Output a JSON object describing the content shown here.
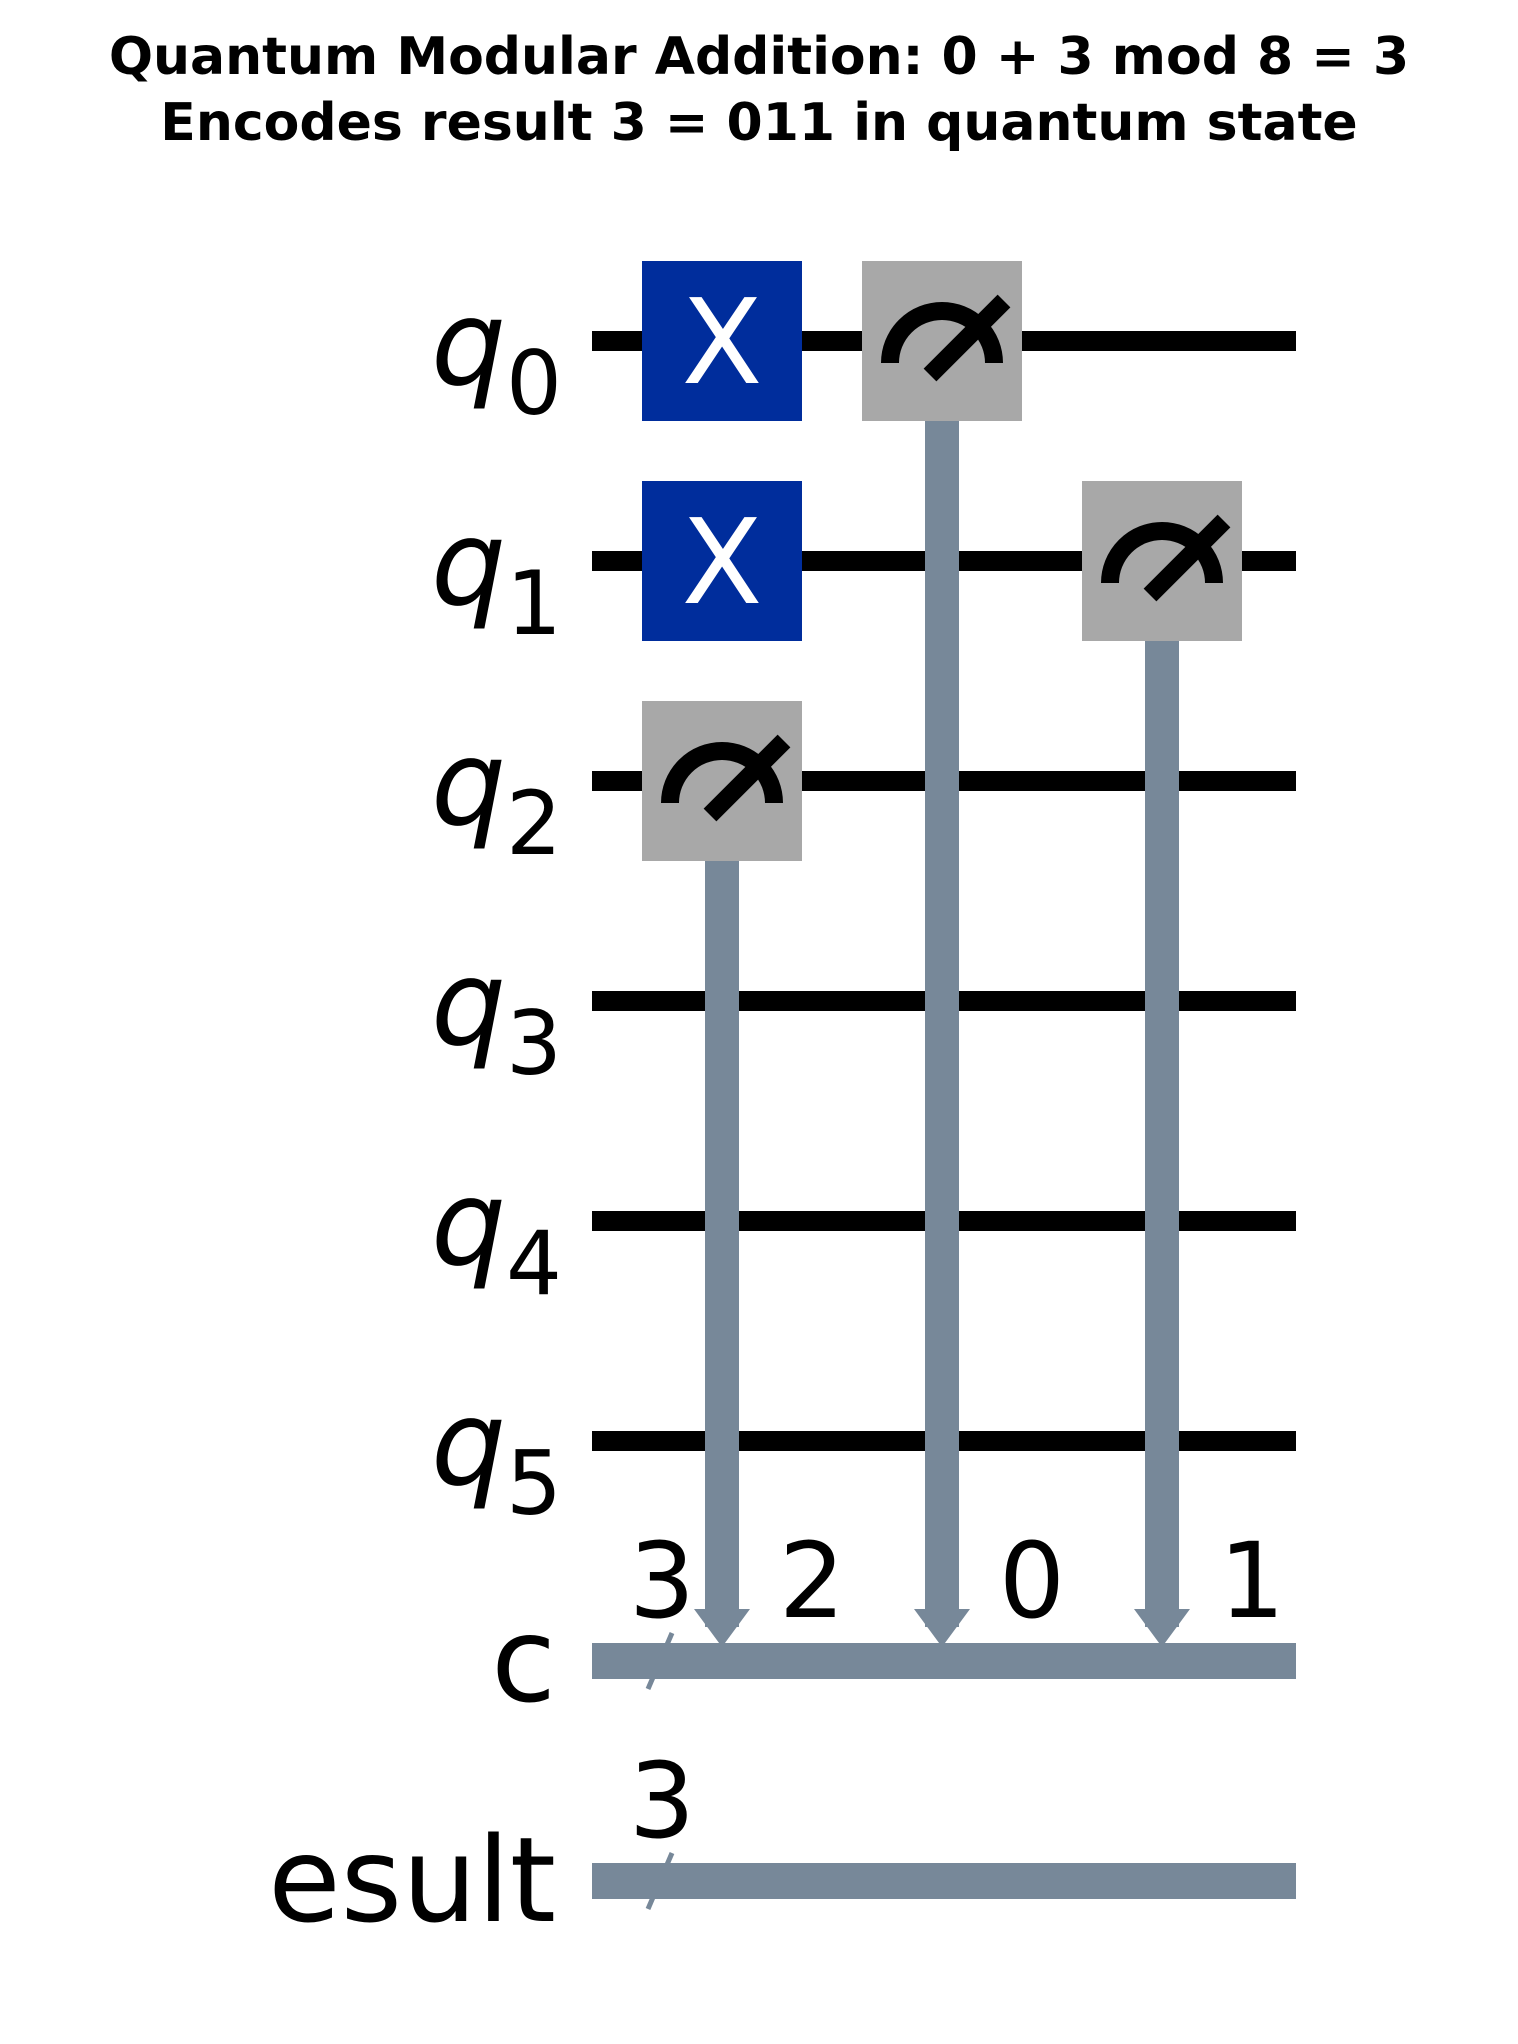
{
  "title": {
    "line1": "Quantum Modular Addition: 0 + 3 mod 8 = 3",
    "line2": "Encodes result 3 = 011 in quantum state"
  },
  "colors": {
    "quantum_wire": "#000000",
    "classical_wire": "#778899",
    "x_gate": "#002D9C",
    "measure_gate": "#A8A8A8"
  },
  "qubits": [
    {
      "symbol": "q",
      "index": "0"
    },
    {
      "symbol": "q",
      "index": "1"
    },
    {
      "symbol": "q",
      "index": "2"
    },
    {
      "symbol": "q",
      "index": "3"
    },
    {
      "symbol": "q",
      "index": "4"
    },
    {
      "symbol": "q",
      "index": "5"
    }
  ],
  "classical_registers": [
    {
      "name": "c",
      "size": "3"
    },
    {
      "name": "result",
      "visible_text": "esult",
      "size": "3"
    }
  ],
  "gates": [
    {
      "type": "x",
      "label": "X",
      "qubit": 0,
      "column": 0
    },
    {
      "type": "x",
      "label": "X",
      "qubit": 1,
      "column": 0
    },
    {
      "type": "measure",
      "qubit": 2,
      "column": 0,
      "clbit": "2",
      "icon": "meter-icon"
    },
    {
      "type": "measure",
      "qubit": 0,
      "column": 1,
      "clbit": "0",
      "icon": "meter-icon"
    },
    {
      "type": "measure",
      "qubit": 1,
      "column": 2,
      "clbit": "1",
      "icon": "meter-icon"
    }
  ]
}
